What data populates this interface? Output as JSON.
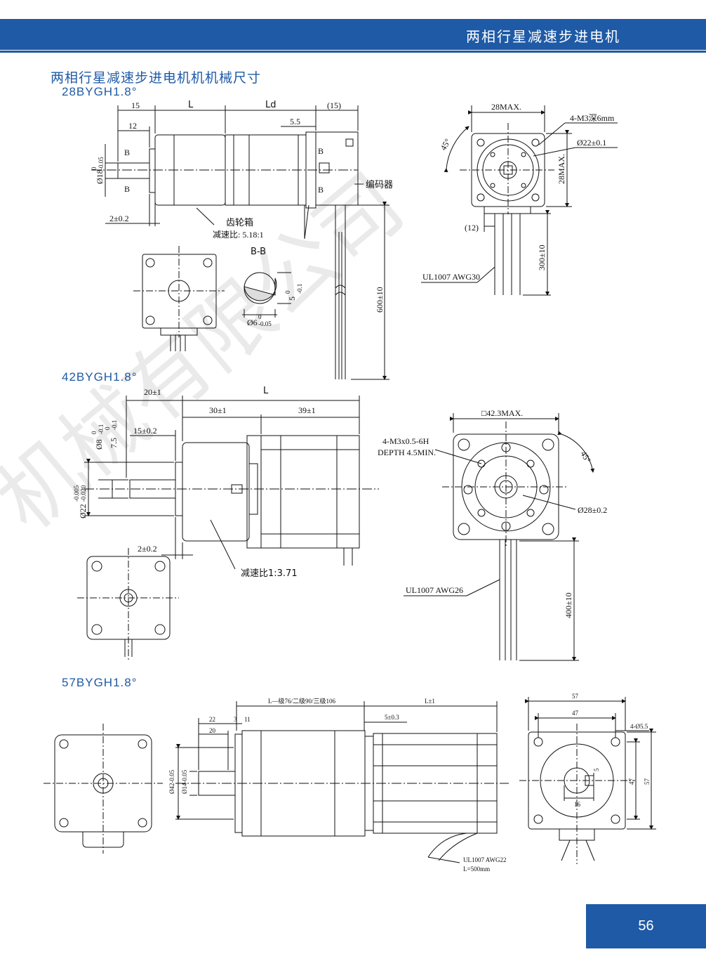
{
  "header": {
    "title": "两相行星减速步进电机"
  },
  "section": {
    "title": "两相行星减速步进电机机机械尺寸"
  },
  "watermark": {
    "text": "机械有限公司"
  },
  "models": [
    {
      "name": "28BYGH1.8°"
    },
    {
      "name": "42BYGH1.8°"
    },
    {
      "name": "57BYGH1.8°"
    }
  ],
  "m28": {
    "dim_15": "15",
    "dim_L": "L",
    "dim_Ld": "Ld",
    "dim_15p": "(15)",
    "dim_12": "12",
    "dim_55": "5.5",
    "dim_B": "B",
    "dim_dia18": "Ø18",
    "dim_dia18_tol_u": "0",
    "dim_dia18_tol_l": "-0.05",
    "dim_2pm": "2±0.2",
    "gearbox": "齿轮箱",
    "ratio": "减速比: 5.18:1",
    "encoder": "编码器",
    "dim_600": "600±10",
    "section_label": "B-B",
    "dim_5": "5",
    "dim_5_tol_u": "0",
    "dim_5_tol_l": "-0.1",
    "dim_6": "Ø6",
    "dim_6_tol_u": "0",
    "dim_6_tol_l": "-0.05",
    "dim_28max_h": "28MAX.",
    "dim_28max_v": "28MAX.",
    "dim_45": "45°",
    "dim_m3": "4-M3深6mm",
    "dim_22": "Ø22±0.1",
    "dim_12p": "(12)",
    "cable": "UL1007 AWG30",
    "dim_300": "300±10"
  },
  "m42": {
    "dim_20": "20±1",
    "dim_L": "L",
    "dim_30": "30±1",
    "dim_39": "39±1",
    "dim_15": "15±0.2",
    "dim_8": "Ø8",
    "dim_8_tol_u": "0",
    "dim_8_tol_l": "-0.1",
    "dim_75": "7.5",
    "dim_75_tol_u": "0",
    "dim_75_tol_l": "-0.1",
    "dim_22": "Ø22",
    "dim_22_tol_u": "-0.005",
    "dim_22_tol_l": "-0.020",
    "dim_2": "2±0.2",
    "ratio": "减速比1:3.71",
    "dim_423": "□42.3MAX.",
    "dim_m3a": "4-M3x0.5-6H",
    "dim_m3b": "DEPTH 4.5MIN.",
    "dim_45": "45°",
    "dim_28": "Ø28±0.2",
    "cable": "UL1007 AWG26",
    "dim_400": "400±10"
  },
  "m57": {
    "dim_L1": "L—级76/二级90/三级106",
    "dim_Lpm": "L±1",
    "dim_22": "22",
    "dim_3": "3",
    "dim_11": "11",
    "dim_20": "20",
    "dim_5": "5±0.3",
    "dim_42": "Ø42-0.05",
    "dim_14": "Ø14-0.05",
    "dim_57": "57",
    "dim_47": "47",
    "dim_45": "4-Ø5.5",
    "dim_5b": "5",
    "dim_16": "16",
    "dim_47v": "47",
    "dim_57v": "57",
    "cable": "UL1007 AWG22",
    "cable_len": "L=500mm"
  },
  "page": {
    "number": "56"
  }
}
